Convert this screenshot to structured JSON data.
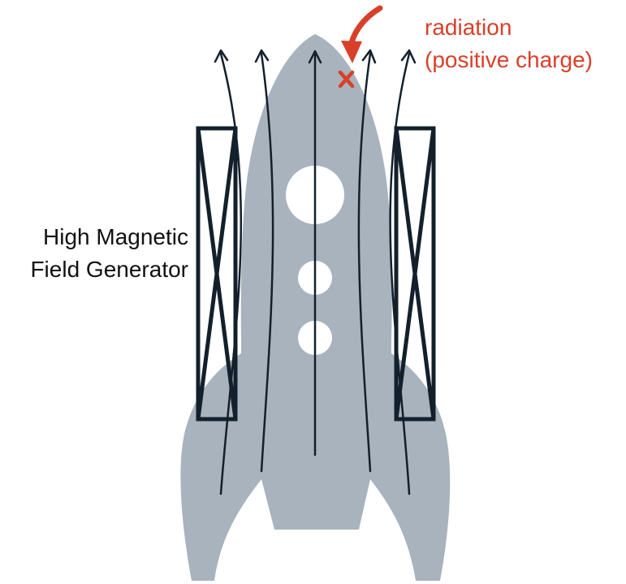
{
  "labels": {
    "generator_line1": "High Magnetic",
    "generator_line2": "Field Generator",
    "radiation_line1": "radiation",
    "radiation_line2": "(positive charge)"
  },
  "colors": {
    "rocket": "#a9b3bd",
    "field_lines": "#13202c",
    "radiation": "#d8402a",
    "windows": "#ffffff"
  },
  "icons": {
    "coil": "coil-icon",
    "particle": "x-mark-icon",
    "incoming": "curved-arrow-icon"
  }
}
